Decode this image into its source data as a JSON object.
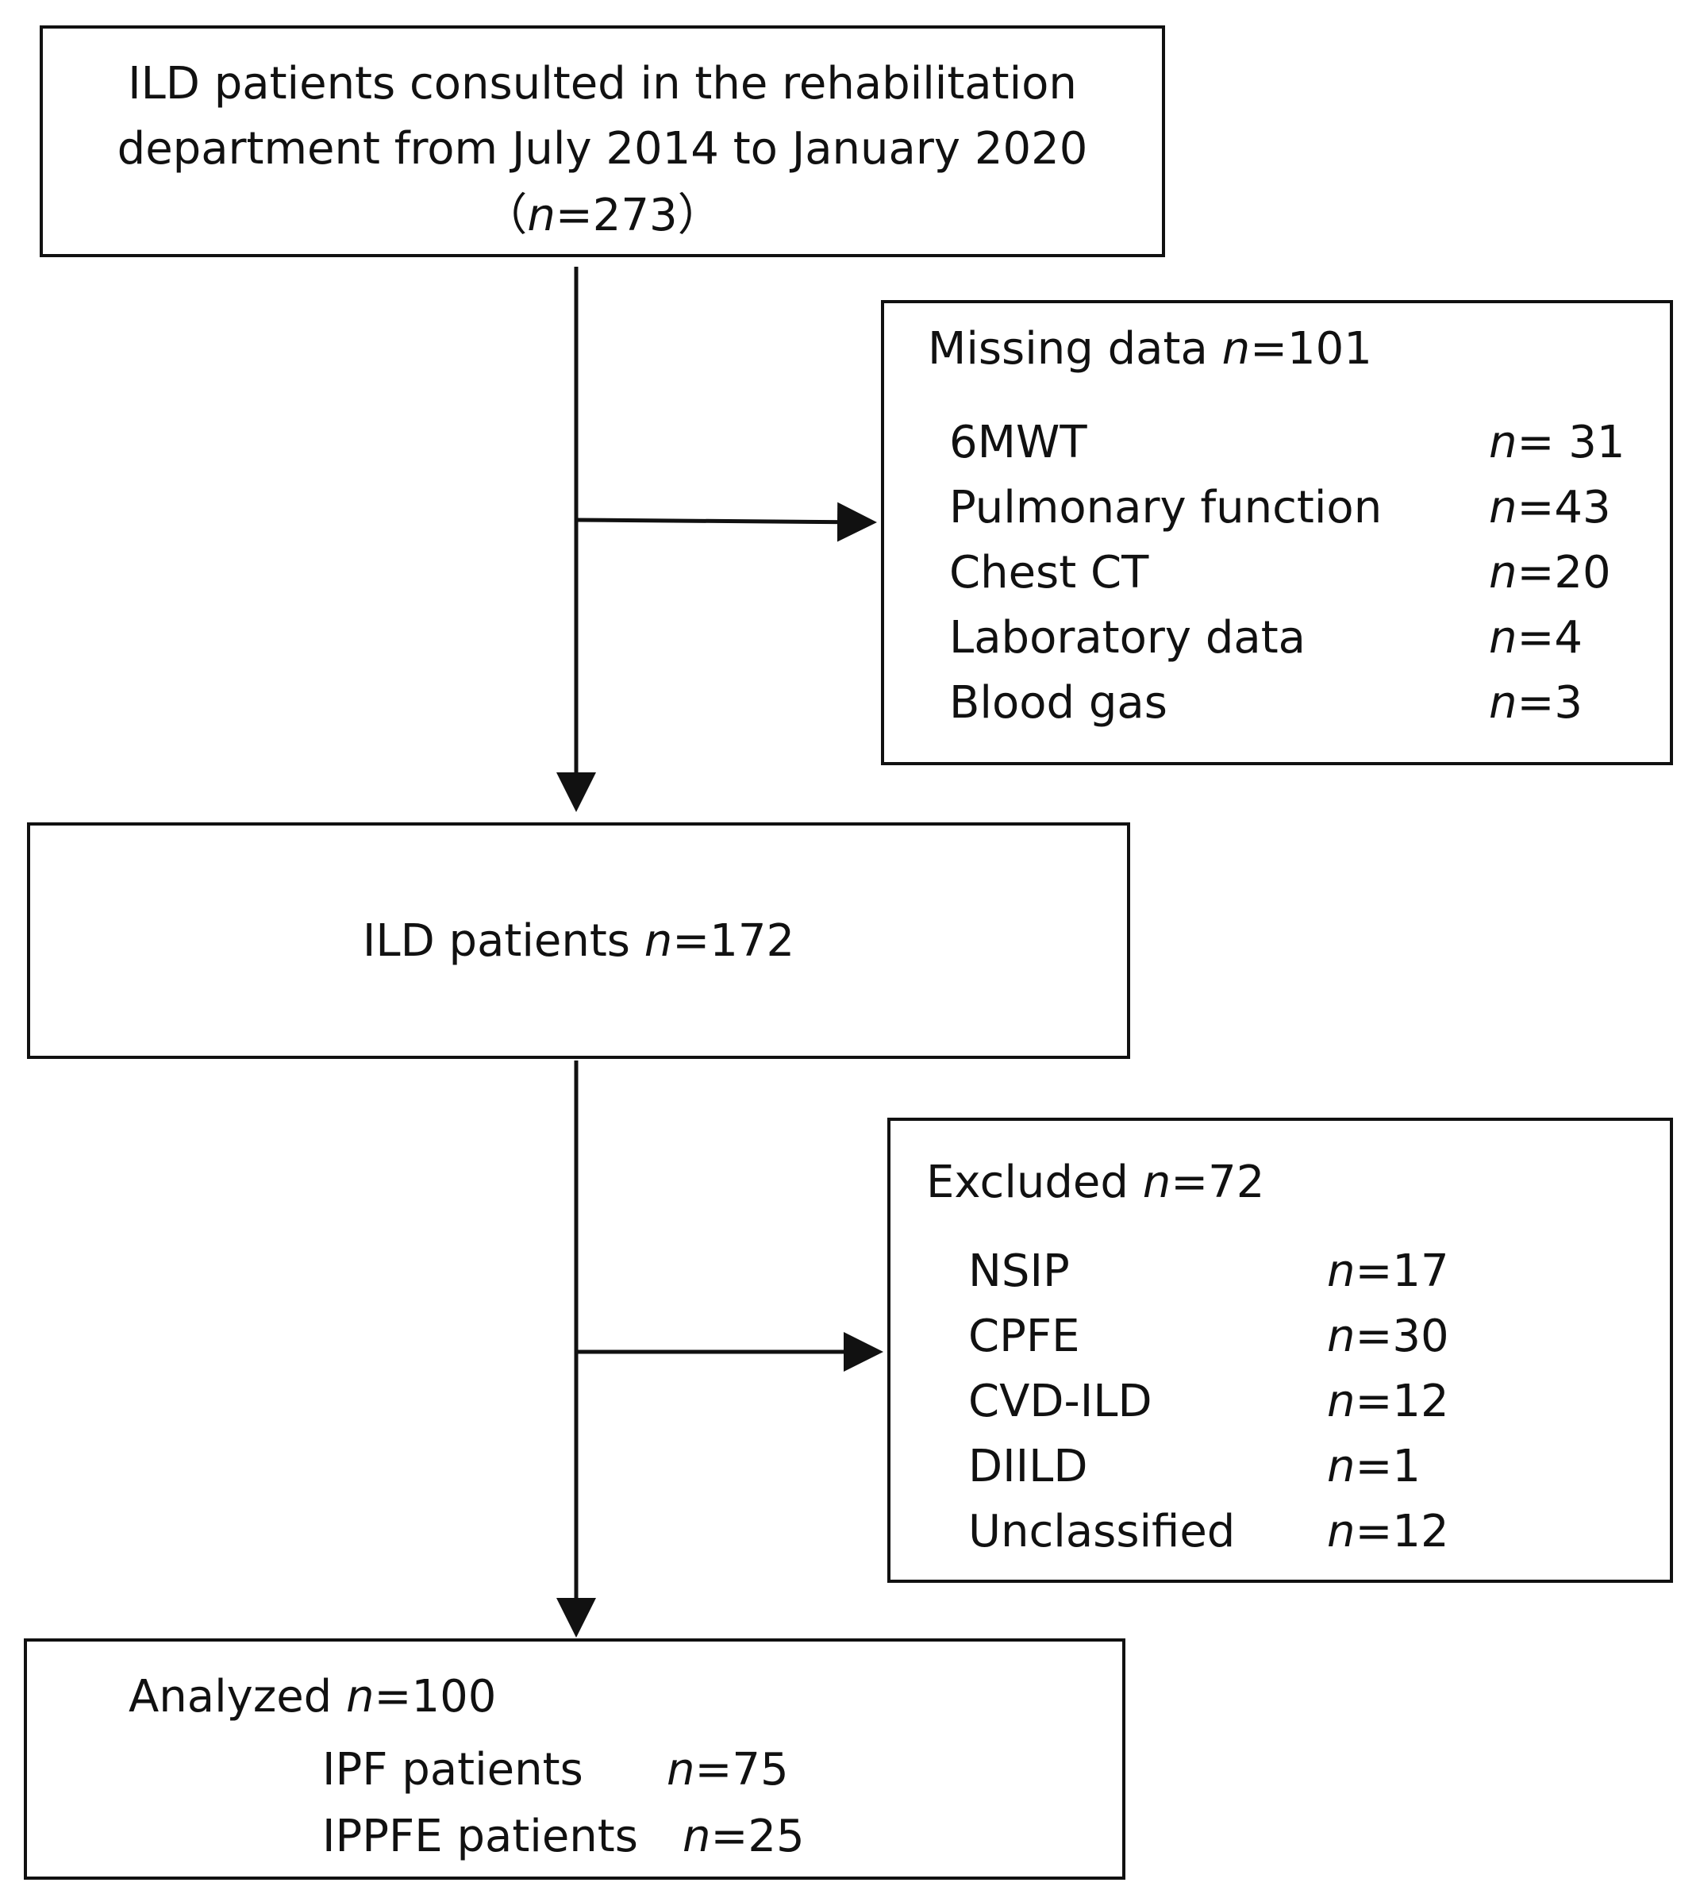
{
  "box_start": {
    "line1": "ILD patients consulted in the rehabilitation",
    "line2": "department from July 2014 to January 2020",
    "count_open": "（",
    "count_n": "n",
    "count_value": "=273",
    "count_close": "）"
  },
  "box_missing": {
    "title": "Missing data",
    "title_n": "n",
    "title_value": "=101",
    "items": [
      {
        "label": "6MWT",
        "n": "n",
        "value": "= 31"
      },
      {
        "label": "Pulmonary function",
        "n": "n",
        "value": "=43"
      },
      {
        "label": "Chest CT",
        "n": "n",
        "value": "=20"
      },
      {
        "label": "Laboratory data",
        "n": "n",
        "value": "=4"
      },
      {
        "label": "Blood gas",
        "n": "n",
        "value": "=3"
      }
    ]
  },
  "box_ild": {
    "title": "ILD patients",
    "title_n": "n",
    "title_value": "=172"
  },
  "box_excluded": {
    "title": "Excluded",
    "title_n": "n",
    "title_value": "=72",
    "items": [
      {
        "label": "NSIP",
        "n": "n",
        "value": "=17"
      },
      {
        "label": "CPFE",
        "n": "n",
        "value": "=30"
      },
      {
        "label": "CVD-ILD",
        "n": "n",
        "value": "=12"
      },
      {
        "label": "DIILD",
        "n": "n",
        "value": "=1"
      },
      {
        "label": "Unclassified",
        "n": "n",
        "value": "=12"
      }
    ]
  },
  "box_analyzed": {
    "title": "Analyzed",
    "title_n": "n",
    "title_value": "=100",
    "items": [
      {
        "label": "IPF patients",
        "n": "n",
        "value": "=75"
      },
      {
        "label": "IPPFE patients",
        "n": "n",
        "value": "=25"
      }
    ]
  }
}
